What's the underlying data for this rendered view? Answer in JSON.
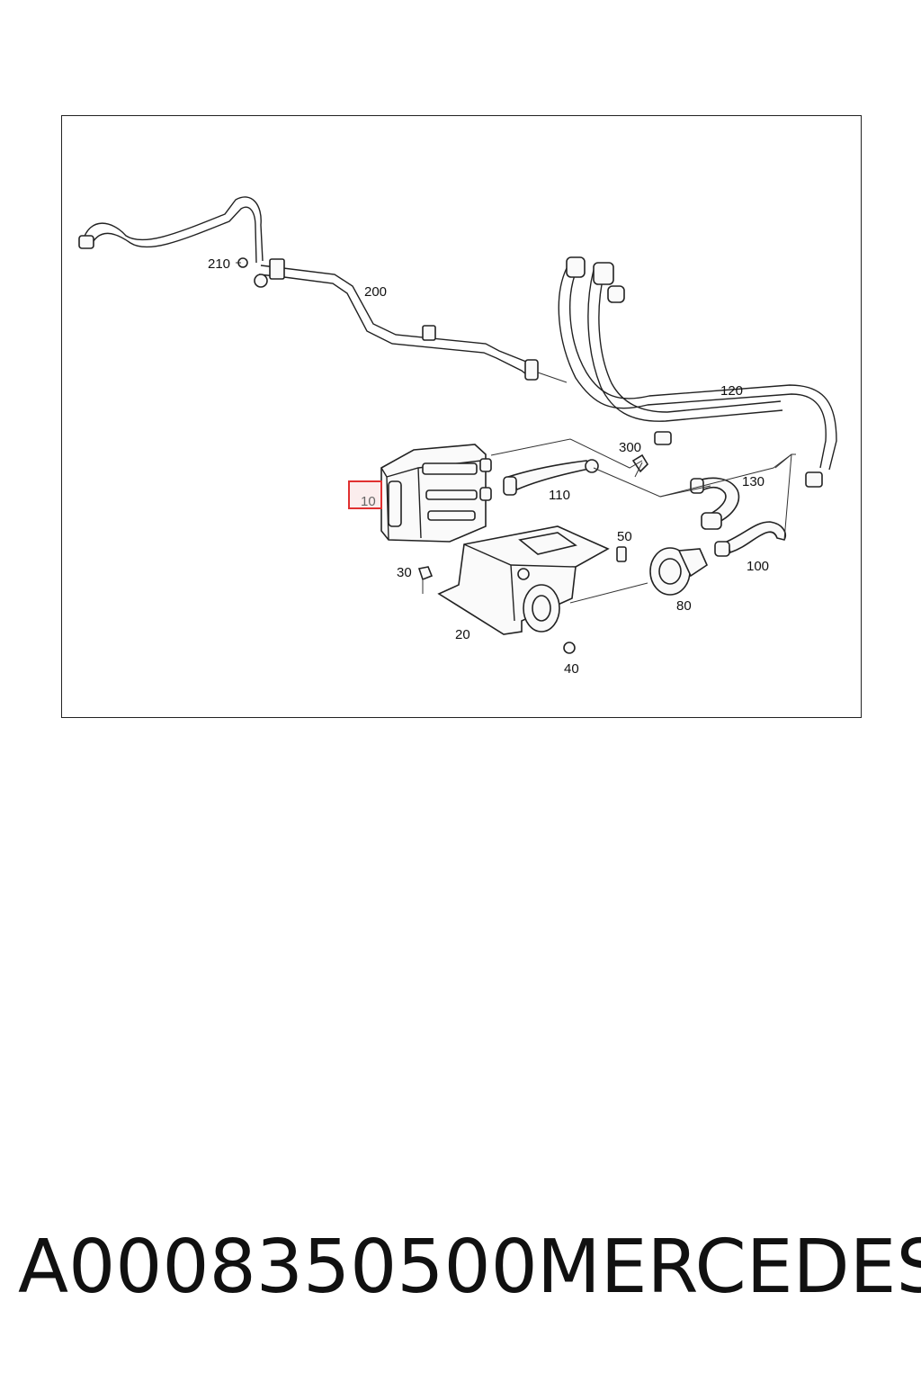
{
  "diagram": {
    "highlight_color": "#e03030",
    "callouts": {
      "c10": "10",
      "c20": "20",
      "c30": "30",
      "c40": "40",
      "c50": "50",
      "c80": "80",
      "c100": "100",
      "c110": "110",
      "c120": "120",
      "c130": "130",
      "c200": "200",
      "c210": "210",
      "c300": "300"
    }
  },
  "footer": {
    "part_number": "A0008350500",
    "brand": "MERCEDES"
  }
}
